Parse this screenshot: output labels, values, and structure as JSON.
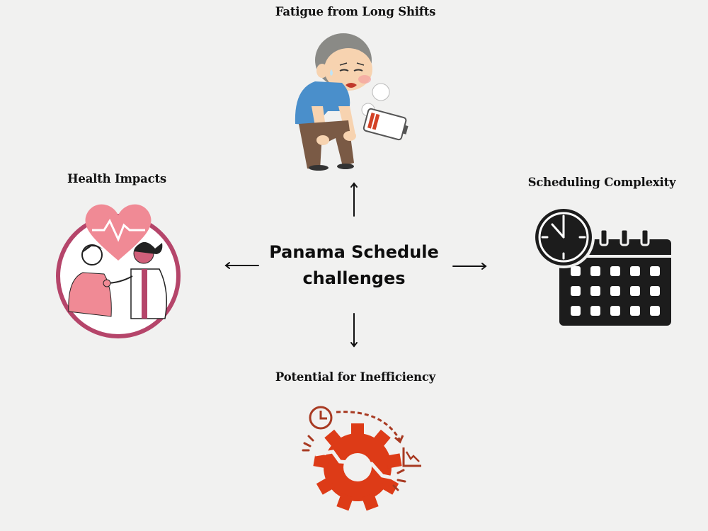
{
  "diagram": {
    "center": {
      "line1": "Panama Schedule",
      "line2": "challenges"
    },
    "nodes": [
      {
        "id": "top",
        "label": "Fatigue from Long Shifts",
        "icon": "tired-worker-low-battery-icon",
        "direction": "up"
      },
      {
        "id": "left",
        "label": "Health Impacts",
        "icon": "doctor-stethoscope-heart-icon",
        "direction": "left"
      },
      {
        "id": "right",
        "label": "Scheduling Complexity",
        "icon": "clock-calendar-icon",
        "direction": "right"
      },
      {
        "id": "bottom",
        "label": "Potential for Inefficiency",
        "icon": "broken-gear-decline-icon",
        "direction": "down"
      }
    ],
    "colors": {
      "background": "#f1f1f0",
      "text": "#111111",
      "arrow": "#111111",
      "health_pink": "#f08a95",
      "health_ring": "#b5456a",
      "calendar": "#1c1c1c",
      "gear_red": "#dd3b17",
      "shirt_blue": "#4a8fcb",
      "pants_brown": "#7a5a45"
    }
  }
}
